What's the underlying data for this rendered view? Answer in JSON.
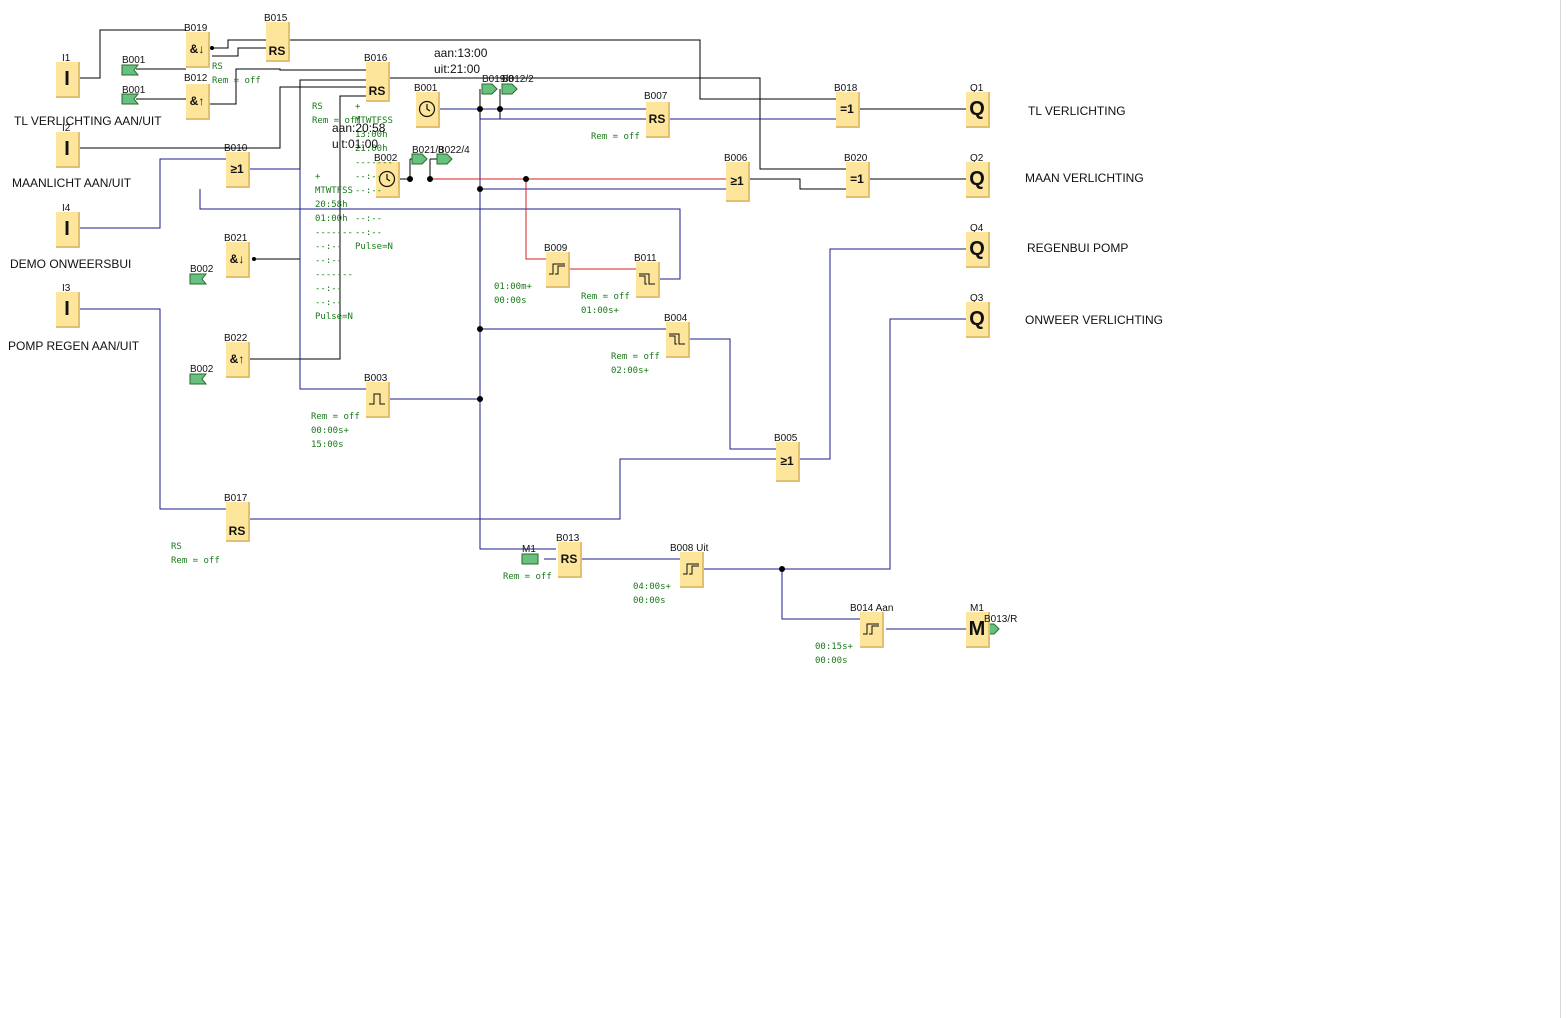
{
  "inputs": {
    "i1": {
      "tag": "I1",
      "symbol": "I",
      "description": "TL VERLICHTING AAN/UIT"
    },
    "i2": {
      "tag": "I2",
      "symbol": "I",
      "description": "MAANLICHT AAN/UIT"
    },
    "i4": {
      "tag": "I4",
      "symbol": "I",
      "description": "DEMO ONWEERSBUI"
    },
    "i3": {
      "tag": "I3",
      "symbol": "I",
      "description": "POMP REGEN AAN/UIT"
    }
  },
  "outputs": {
    "q1": {
      "tag": "Q1",
      "symbol": "Q",
      "description": "TL VERLICHTING"
    },
    "q2": {
      "tag": "Q2",
      "symbol": "Q",
      "description": "MAAN VERLICHTING"
    },
    "q4": {
      "tag": "Q4",
      "symbol": "Q",
      "description": "REGENBUI POMP"
    },
    "q3": {
      "tag": "Q3",
      "symbol": "Q",
      "description": "ONWEER VERLICHTING"
    },
    "m1": {
      "tag": "M1",
      "symbol": "M"
    }
  },
  "blocks": {
    "b019": {
      "tag": "B019",
      "symbol": "&↓"
    },
    "b012": {
      "tag": "B012",
      "symbol": "&↑"
    },
    "b015": {
      "tag": "B015",
      "symbol": "RS"
    },
    "b016": {
      "tag": "B016",
      "symbol": "RS"
    },
    "b010": {
      "tag": "B010",
      "symbol": "≥1"
    },
    "b021": {
      "tag": "B021",
      "symbol": "&↓"
    },
    "b022": {
      "tag": "B022",
      "symbol": "&↑"
    },
    "b003": {
      "tag": "B003"
    },
    "b017": {
      "tag": "B017",
      "symbol": "RS"
    },
    "b001": {
      "tag": "B001"
    },
    "b002": {
      "tag": "B002"
    },
    "b007": {
      "tag": "B007",
      "symbol": "RS"
    },
    "b006": {
      "tag": "B006",
      "symbol": "≥1"
    },
    "b009": {
      "tag": "B009"
    },
    "b011": {
      "tag": "B011"
    },
    "b004": {
      "tag": "B004"
    },
    "b005": {
      "tag": "B005",
      "symbol": "≥1"
    },
    "b013": {
      "tag": "B013",
      "symbol": "RS"
    },
    "b008": {
      "tag": "B008 Uit"
    },
    "b014": {
      "tag": "B014 Aan"
    },
    "b018": {
      "tag": "B018",
      "symbol": "=1"
    },
    "b020": {
      "tag": "B020",
      "symbol": "=1"
    }
  },
  "connectors": {
    "c_b001_a": "B001",
    "c_b001_b": "B001",
    "c_b002_a": "B002",
    "c_b002_b": "B002",
    "c_b019_8": "B019/8",
    "c_b012_2": "B012/2",
    "c_b021_8": "B021/8",
    "c_b022_4": "B022/4",
    "c_m1": "M1",
    "c_b013_r": "B013/R"
  },
  "params": {
    "b019_rs": "RS",
    "b019_rem": "Rem = off",
    "b016_rs": "RS",
    "b016_rem": "Rem = off",
    "b001_days": "+\nMTWTFSS\n13:00h\n21:00h\n-------\n--:--\n--:--",
    "b002_days": "+\nMTWTFSS\n20:58h\n01:00h\n-------\n--:--\n--:--\n-------\n--:--\n--:--\nPulse=N",
    "b001_pulse": "--:--\n--:--\nPulse=N",
    "b007_rem": "Rem = off",
    "b009_times": "01:00m+\n00:00s",
    "b011_params": "Rem = off\n01:00s+",
    "b004_params": "Rem = off\n02:00s+",
    "b003_params": "Rem = off\n00:00s+\n15:00s",
    "b017_params": "RS\nRem = off",
    "b013_rem": "Rem = off",
    "b008_times": "04:00s+\n00:00s",
    "b014_times": "00:15s+\n00:00s"
  },
  "timers": {
    "b001_on_off": "aan:13:00\nuit:21:00",
    "b002_on_off": "aan:20:58\nuit:01:00"
  },
  "colors": {
    "wire_default": "#000000",
    "wire_selected": "#1c1c8c",
    "wire_active": "#d42020",
    "block_fill": "#fde59b",
    "connector_fill": "#66c07f",
    "param_text": "#1a7a1a"
  }
}
